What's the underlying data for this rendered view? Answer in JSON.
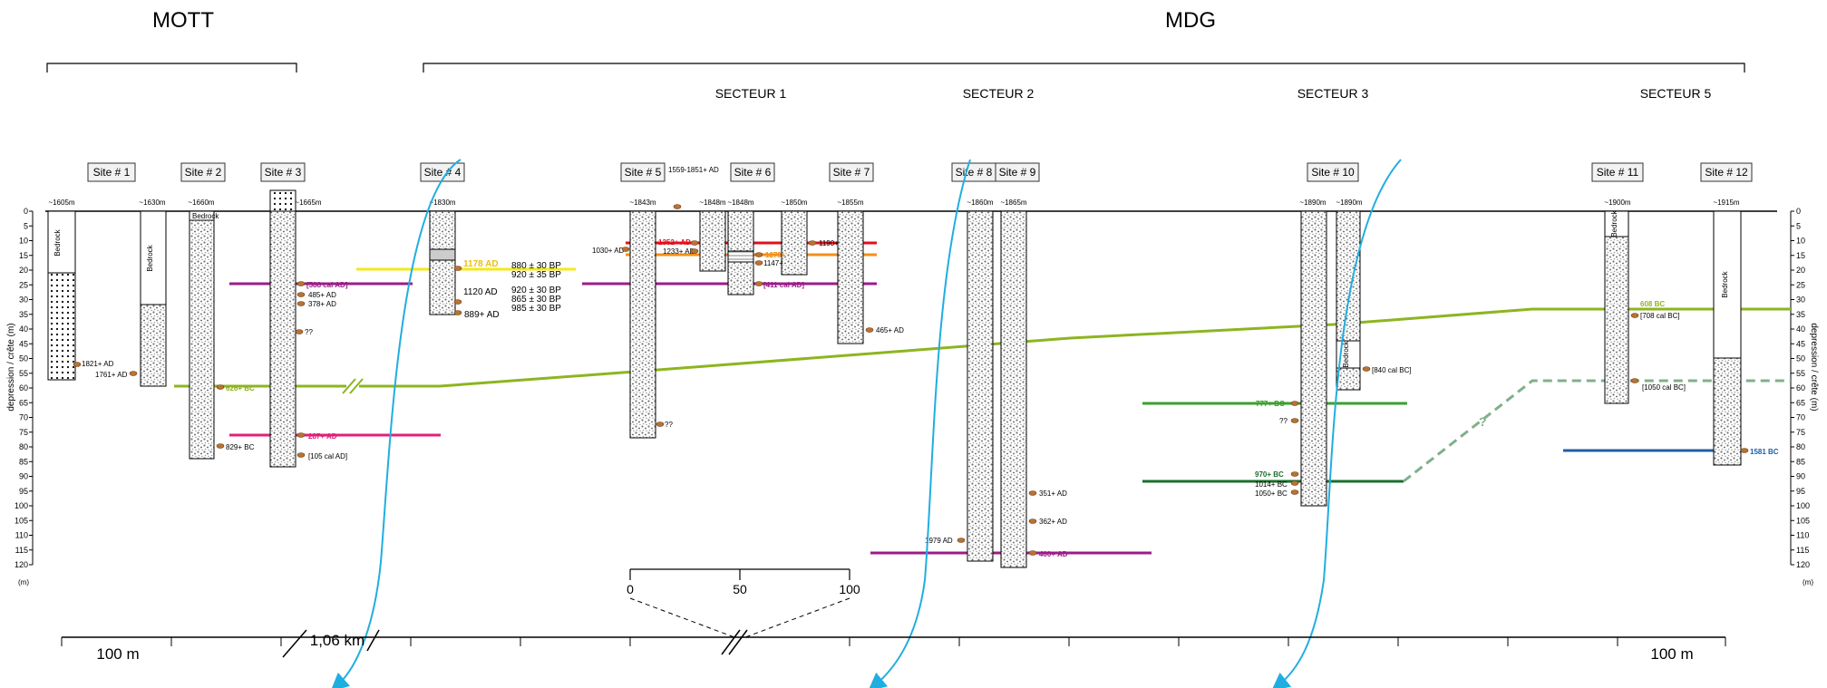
{
  "regions": {
    "mott": "MOTT",
    "mdg": "MDG"
  },
  "sectors": [
    "SECTEUR 1",
    "SECTEUR 2",
    "SECTEUR 3",
    "SECTEUR 5"
  ],
  "sites": [
    {
      "label": "Site # 1",
      "altitude": "~1605m"
    },
    {
      "label": "Site # 2",
      "altitude": "~1630m"
    },
    {
      "label": "Site # 3",
      "altitude": "~1660m"
    },
    {
      "label": "Site # 4",
      "altitude": "~1665m"
    },
    {
      "label": "Site # 5",
      "altitude": "~1830m"
    },
    {
      "label": "Site # 6",
      "altitude": "~1843m"
    },
    {
      "label": "Site # 7",
      "altitude": "~1848m"
    },
    {
      "label": "Site # 8",
      "altitude": "~1848m"
    },
    {
      "label": "Site # 9",
      "altitude": "~1850m"
    },
    {
      "label": "Site # 10",
      "altitude": "~1855m"
    },
    {
      "label": "Site # 11",
      "altitude": "~1860m"
    },
    {
      "label": "Site # 12",
      "altitude": "~1865m"
    }
  ],
  "extra_altitudes": [
    "~1890m",
    "~1890m",
    "~1900m",
    "~1915m"
  ],
  "bedrock_label": "Bedrock",
  "axis": {
    "label": "depression / crête (m)",
    "unit": "(m)",
    "ticks": [
      "0",
      "5",
      "10",
      "15",
      "20",
      "25",
      "30",
      "35",
      "40",
      "45",
      "50",
      "55",
      "60",
      "65",
      "70",
      "75",
      "80",
      "85",
      "90",
      "95",
      "100",
      "105",
      "110",
      "115",
      "120"
    ]
  },
  "dates": {
    "s1a": "1821+ AD",
    "s1b": "1761+ AD",
    "s2a": "626+ BC",
    "s2b": "829+ BC",
    "s3a": "[588 cal AD]",
    "s3b": "485+ AD",
    "s3c": "378+ AD",
    "s3d": "??",
    "s3e": "287+ AD",
    "s3f": "[105 cal AD]",
    "s4a": "1178 AD",
    "s4b": "880 ± 30 BP",
    "s4c": "920 ± 35 BP",
    "s4d": "1120 AD",
    "s4e": "920 ± 30 BP",
    "s4f": "865 ± 30 BP",
    "s4g": "985 ± 30 BP",
    "s4h": "889+ AD",
    "s5top": "1559-1851+ AD",
    "s5a": "1030+ AD",
    "s5b": "1352+ AD",
    "s5c": "1233+ AD",
    "s5d": "??",
    "s6a": "1279+",
    "s6b": "1147+",
    "s6c": "[411 cal AD]",
    "s7a": "1190+",
    "s7b": "465+ AD",
    "s8a": "1979 AD",
    "s9a": "351+ AD",
    "s9b": "362+ AD",
    "s9c": "400+ AD",
    "s10a": "777+ BC",
    "s10b": "??",
    "s10c": "[840 cal BC]",
    "s10d": "970+ BC",
    "s10e": "1014+ BC",
    "s10f": "1050+ BC",
    "s11a": "608 BC",
    "s11b": "[708 cal BC]",
    "s11c": "[1050 cal BC]",
    "s12a": "1581 BC",
    "question": "?"
  },
  "scalebar": {
    "zero": "0",
    "fifty": "50",
    "hundred": "100"
  },
  "bottom": {
    "left": "100 m",
    "gap": "1,06 km",
    "right": "100 m"
  },
  "colors": {
    "lime": "#8db520",
    "yellow": "#f4e81c",
    "purple": "#9b1d87",
    "pink": "#e0207a",
    "red": "#e0101c",
    "orange": "#f2901a",
    "green": "#3aa02c",
    "darkgreen": "#1a6e2c",
    "blue": "#1d5fa8",
    "dashedgreen": "#7fb08a",
    "arrow": "#20aee0",
    "sample": "#b87333"
  }
}
